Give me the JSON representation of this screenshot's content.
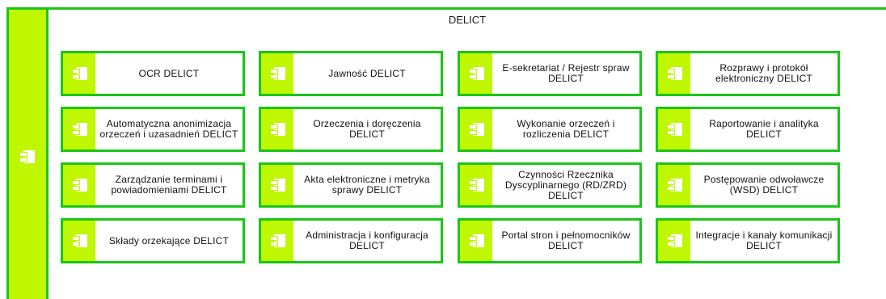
{
  "diagram": {
    "title": "DELICT",
    "colors": {
      "frame_green": "#19c619",
      "fill_lime": "#bff700",
      "card_background": "#ffffff",
      "text": "#111111"
    },
    "main_icon": "component-icon",
    "components": [
      {
        "label": "OCR DELICT",
        "icon": "component-icon"
      },
      {
        "label": "Jawność DELICT",
        "icon": "component-icon"
      },
      {
        "label": "E-sekretariat / Rejestr spraw DELICT",
        "icon": "component-icon"
      },
      {
        "label": "Rozprawy i protokół elektroniczny DELICT",
        "icon": "component-icon"
      },
      {
        "label": "Automatyczna anonimizacja orzeczeń i uzasadnień DELICT",
        "icon": "component-icon"
      },
      {
        "label": "Orzeczenia i doręczenia DELICT",
        "icon": "component-icon"
      },
      {
        "label": "Wykonanie orzeczeń i rozliczenia DELICT",
        "icon": "component-icon"
      },
      {
        "label": "Raportowanie i analityka DELICT",
        "icon": "component-icon"
      },
      {
        "label": "Zarządzanie terminami i powiadomieniami DELICT",
        "icon": "component-icon"
      },
      {
        "label": "Akta elektroniczne i metryka sprawy DELICT",
        "icon": "component-icon"
      },
      {
        "label": "Czynności Rzecznika Dyscyplinarnego (RD/ZRD) DELICT",
        "icon": "component-icon"
      },
      {
        "label": "Postępowanie odwoławcze (WSD) DELICT",
        "icon": "component-icon"
      },
      {
        "label": "Składy orzekające DELICT",
        "icon": "component-icon"
      },
      {
        "label": "Administracja i konfiguracja DELICT",
        "icon": "component-icon"
      },
      {
        "label": "Portal stron i pełnomocników DELICT",
        "icon": "component-icon"
      },
      {
        "label": "Integracje i kanały komunikacji DELICT",
        "icon": "component-icon"
      }
    ]
  }
}
